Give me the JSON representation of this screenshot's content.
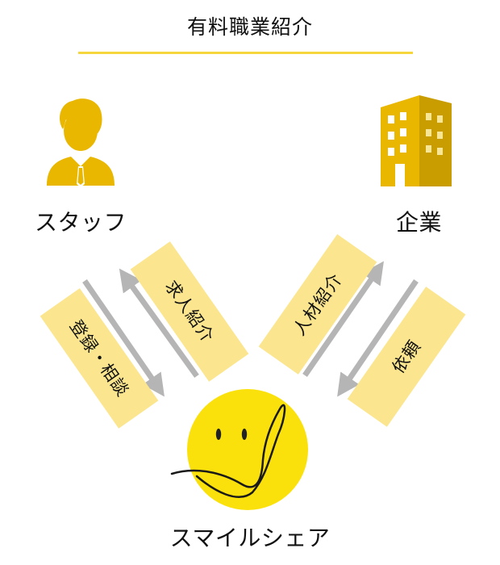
{
  "title": "有料職業紹介",
  "nodes": {
    "staff": {
      "label": "スタッフ",
      "icon": "person-icon"
    },
    "company": {
      "label": "企業",
      "icon": "building-icon"
    },
    "smile_share": {
      "label": "スマイルシェア",
      "icon": "smiley-face-icon"
    }
  },
  "flows": {
    "staff_to_smile": "登録・相談",
    "smile_to_staff": "求人紹介",
    "smile_to_company": "人材紹介",
    "company_to_smile": "依頼"
  },
  "colors": {
    "accent": "#e9b700",
    "label_bg": "#fbe68f",
    "arrow": "#b5b5b5",
    "smiley": "#fbe10c",
    "title_line": "#f5d63d"
  }
}
